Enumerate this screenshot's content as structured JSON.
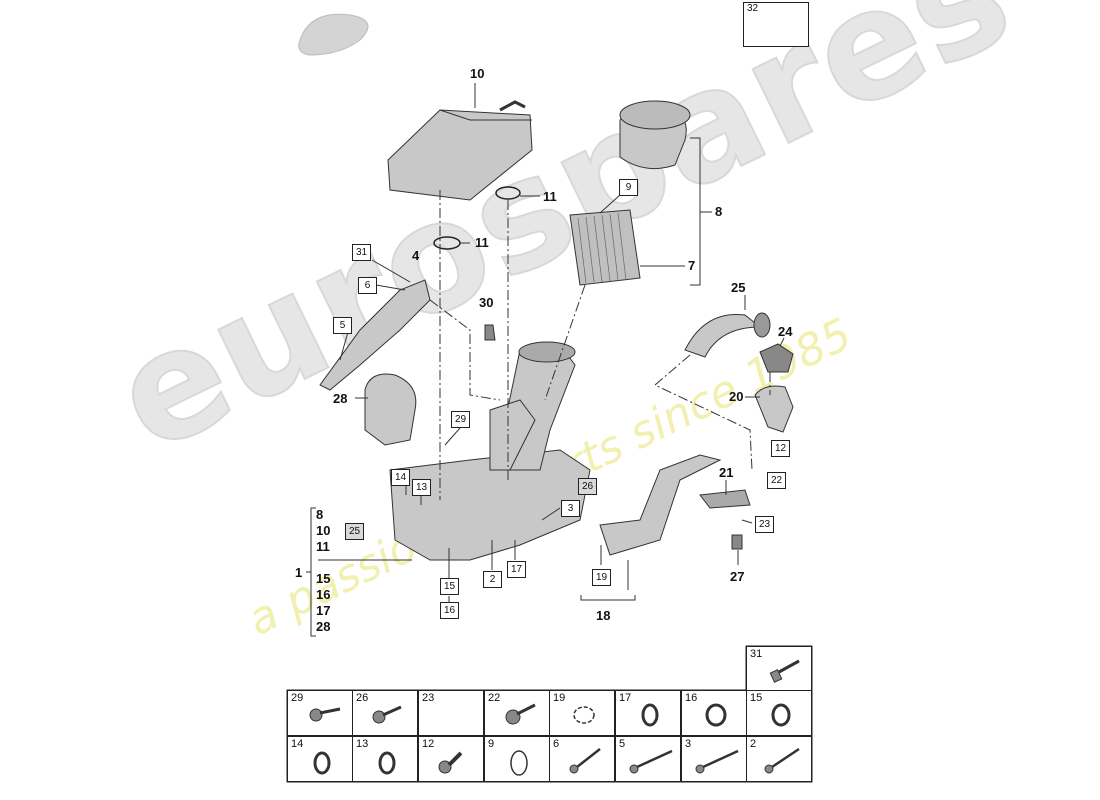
{
  "watermark": {
    "brand": "eurospares",
    "tagline": "a passion for parts since 1985"
  },
  "callouts": {
    "n1": "1",
    "n4": "4",
    "n7": "7",
    "n8": "8",
    "n10": "10",
    "n11a": "11",
    "n11b": "11",
    "n18": "18",
    "n20": "20",
    "n21": "21",
    "n24": "24",
    "n25": "25",
    "n27": "27",
    "n28": "28",
    "n30": "30"
  },
  "boxes": {
    "b2": "2",
    "b3": "3",
    "b5": "5",
    "b6": "6",
    "b9": "9",
    "b12": "12",
    "b13": "13",
    "b14": "14",
    "b15": "15",
    "b16": "16",
    "b17": "17",
    "b19": "19",
    "b22": "22",
    "b23": "23",
    "b25": "25",
    "b26": "26",
    "b29": "29",
    "b31": "31",
    "b32": "32"
  },
  "group_list": [
    "8",
    "10",
    "11",
    "15",
    "16",
    "17",
    "28"
  ],
  "parts_grid": {
    "row1": [
      "31"
    ],
    "row2": [
      "29",
      "26",
      "23",
      "22",
      "19",
      "17",
      "16",
      "15"
    ],
    "row3": [
      "14",
      "13",
      "12",
      "9",
      "6",
      "5",
      "3",
      "2"
    ]
  }
}
